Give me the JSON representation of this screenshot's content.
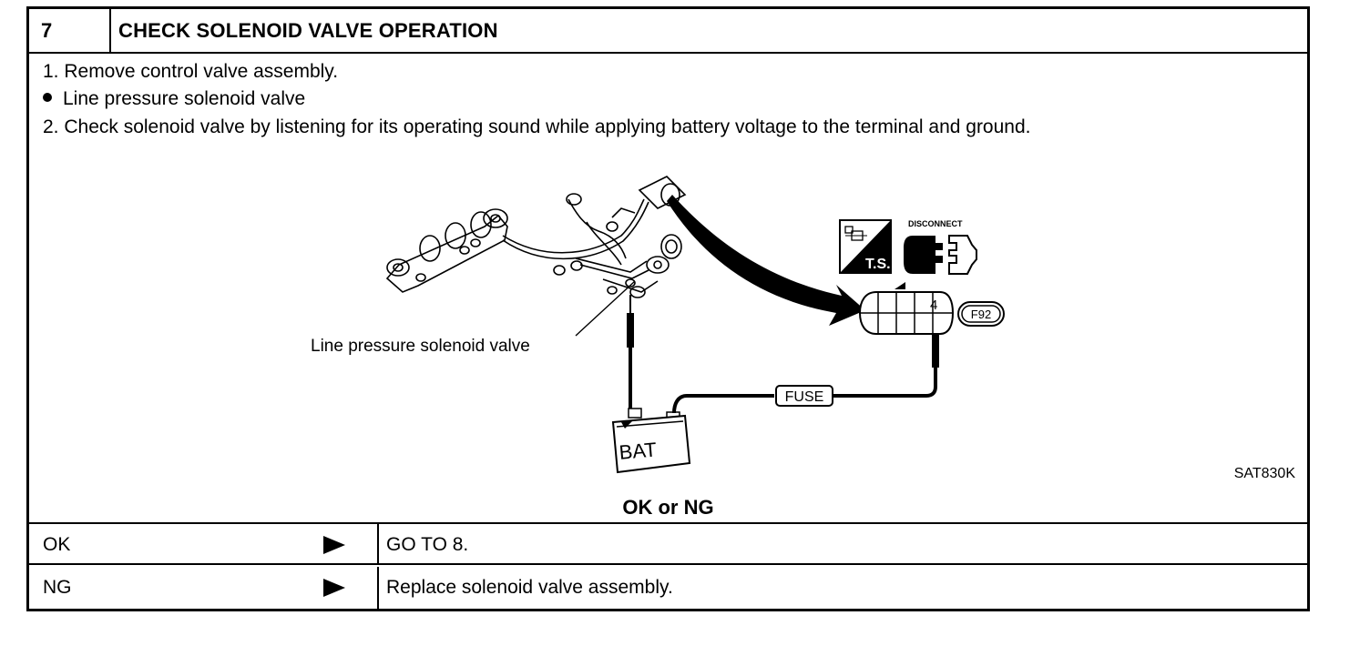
{
  "header": {
    "step_number": "7",
    "title": "CHECK SOLENOID VALVE OPERATION"
  },
  "instructions": {
    "line1": "1.  Remove control valve assembly.",
    "line2": "Line pressure solenoid valve",
    "line3": "2.  Check solenoid valve by listening for its operating sound while applying battery voltage to the terminal and ground."
  },
  "diagram": {
    "solenoid_label": "Line pressure solenoid valve",
    "fuse_label": "FUSE",
    "battery_label": "BAT",
    "disconnect_label": "DISCONNECT",
    "ts_label": "T.S.",
    "terminal_number": "4",
    "connector_id": "F92",
    "figure_code": "SAT830K"
  },
  "result_prompt": "OK or NG",
  "results": [
    {
      "label": "OK",
      "action": "GO TO 8."
    },
    {
      "label": "NG",
      "action": "Replace solenoid valve assembly."
    }
  ]
}
